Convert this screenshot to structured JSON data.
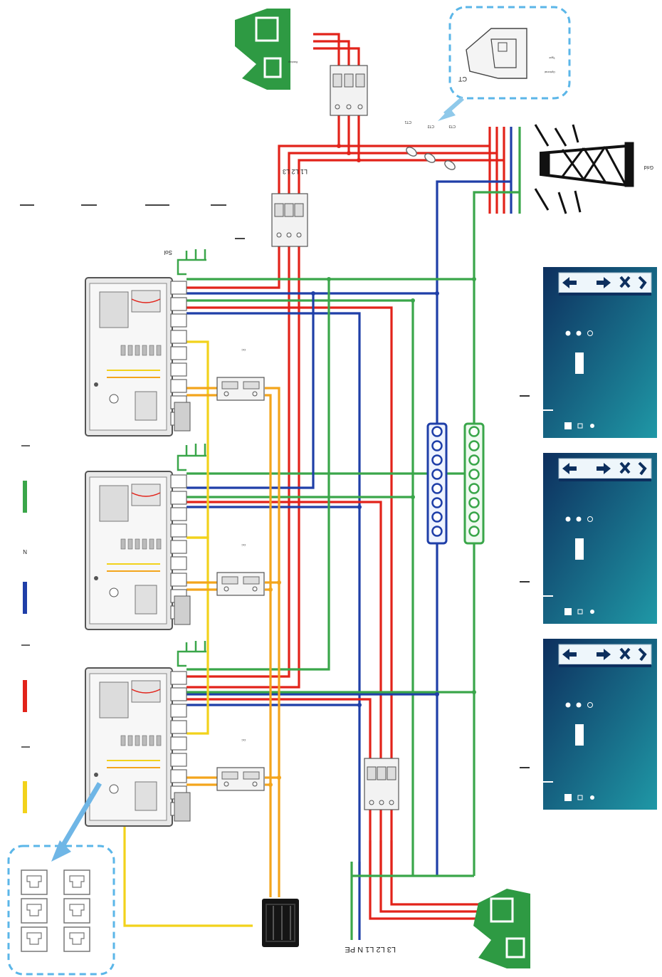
{
  "labels": {
    "grid": "Grid",
    "ct": "CT",
    "ct1": "CT1",
    "ct2": "CT2",
    "ct3": "CT3",
    "bus_l1l2l3": "L1 L2 L3",
    "bus_bottom": "L3 L2 L1 N PE",
    "sol": "Sol",
    "dc": "DC",
    "n_legend": "N"
  },
  "colors": {
    "line_red": "#e2231a",
    "neutral_blue": "#1f3fa8",
    "pe_green": "#3aa64a",
    "dc_yellow": "#f2d21b",
    "dc_orange": "#f3a51c",
    "screen_dark": "#0e3a66",
    "screen_teal": "#1c8a9c",
    "house_green": "#2e9a43",
    "callout_blue": "#5bb6e8"
  },
  "icons": {
    "house": "house-icon",
    "pylon": "transmission-tower-icon",
    "inverter": "inverter-icon",
    "breaker": "breaker-icon",
    "ct_clamp": "ct-clamp-icon",
    "lcd": "lcd-screen-icon",
    "busbar": "busbar-icon",
    "battery": "battery-icon",
    "rj45": "rj45-port-icon"
  }
}
